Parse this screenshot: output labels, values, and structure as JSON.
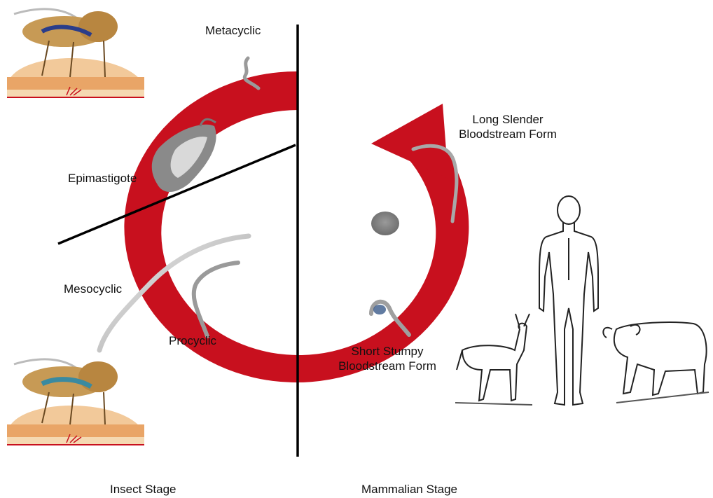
{
  "labels": {
    "metacyclic": "Metacyclic",
    "long_slender_1": "Long Slender",
    "long_slender_2": "Bloodstream Form",
    "epimastigote": "Epimastigote",
    "mesocyclic": "Mesocyclic",
    "procyclic": "Procyclic",
    "short_stumpy_1": "Short Stumpy",
    "short_stumpy_2": "Bloodstream Form"
  },
  "stages": {
    "insect": "Insect Stage",
    "mammalian": "Mammalian Stage"
  },
  "colors": {
    "cycle_arrow": "#c8101e",
    "divider": "#000000",
    "parasite": "#bfbfbf",
    "skin": "#f2c99a",
    "fly_body": "#c79a55"
  }
}
